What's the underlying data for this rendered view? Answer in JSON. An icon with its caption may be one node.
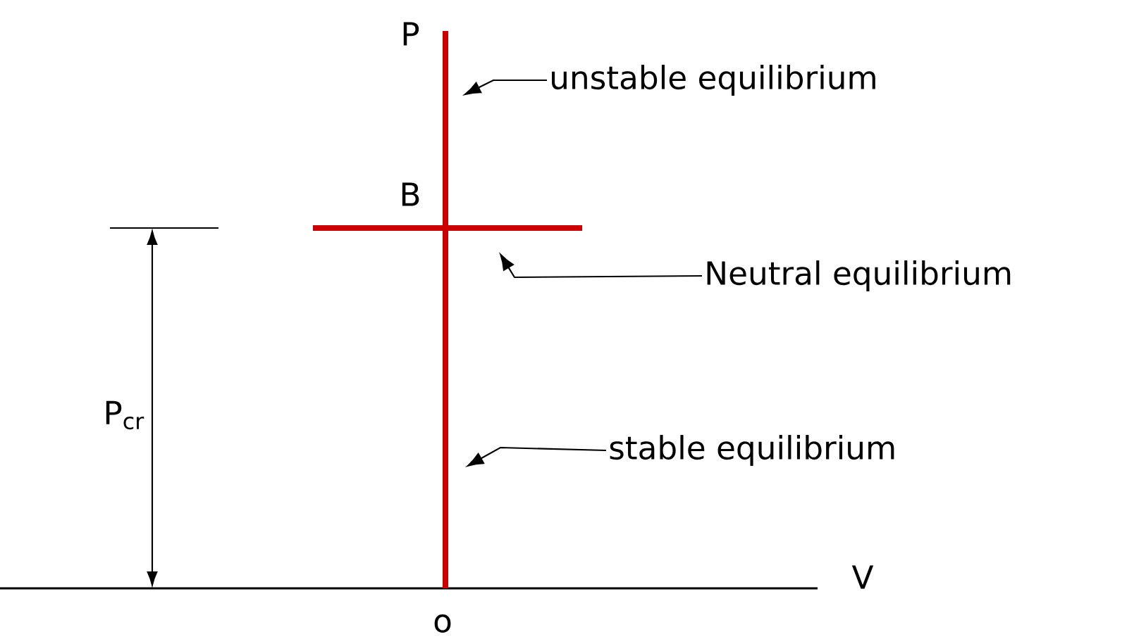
{
  "diagram": {
    "nodes": [
      {
        "text": [
          "unstable equilibrium"
        ]
      },
      {
        "text": [
          "Neutral equilibrium"
        ]
      },
      {
        "text": [
          "stable equilibrium"
        ]
      }
    ],
    "edges": [
      {
        "from": 0,
        "to": null,
        "arrow": "to"
      },
      {
        "from": 1,
        "to": null,
        "arrow": "to"
      },
      {
        "from": 2,
        "to": null,
        "arrow": "to"
      }
    ],
    "labels": [
      "P",
      "B",
      "P$_{cr}$",
      "V",
      "o"
    ]
  }
}
